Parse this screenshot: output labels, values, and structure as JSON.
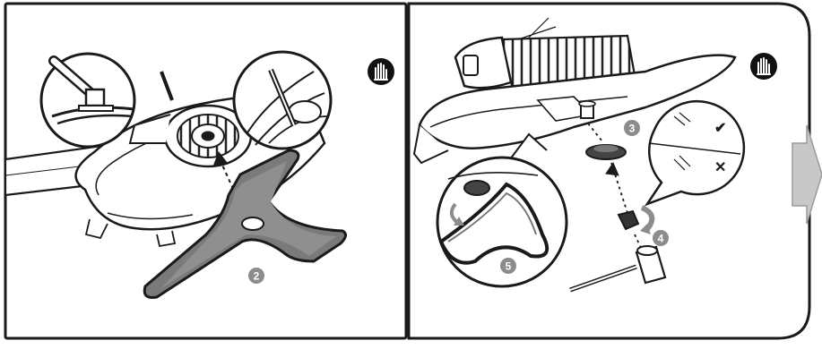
{
  "steps": {
    "step2": "2",
    "step3": "3",
    "step4": "4",
    "step5": "5"
  },
  "marks": {
    "correct": "✔",
    "incorrect": "✕"
  },
  "icons": {
    "glove_left": "glove-icon",
    "glove_right": "glove-icon",
    "next_arrow": "arrow-right-icon"
  },
  "colors": {
    "outline": "#1a1a1a",
    "blade_fill": "#7a7a7a",
    "step_badge": "#8c8c8c",
    "arrow_fill": "#c8c8c8"
  }
}
